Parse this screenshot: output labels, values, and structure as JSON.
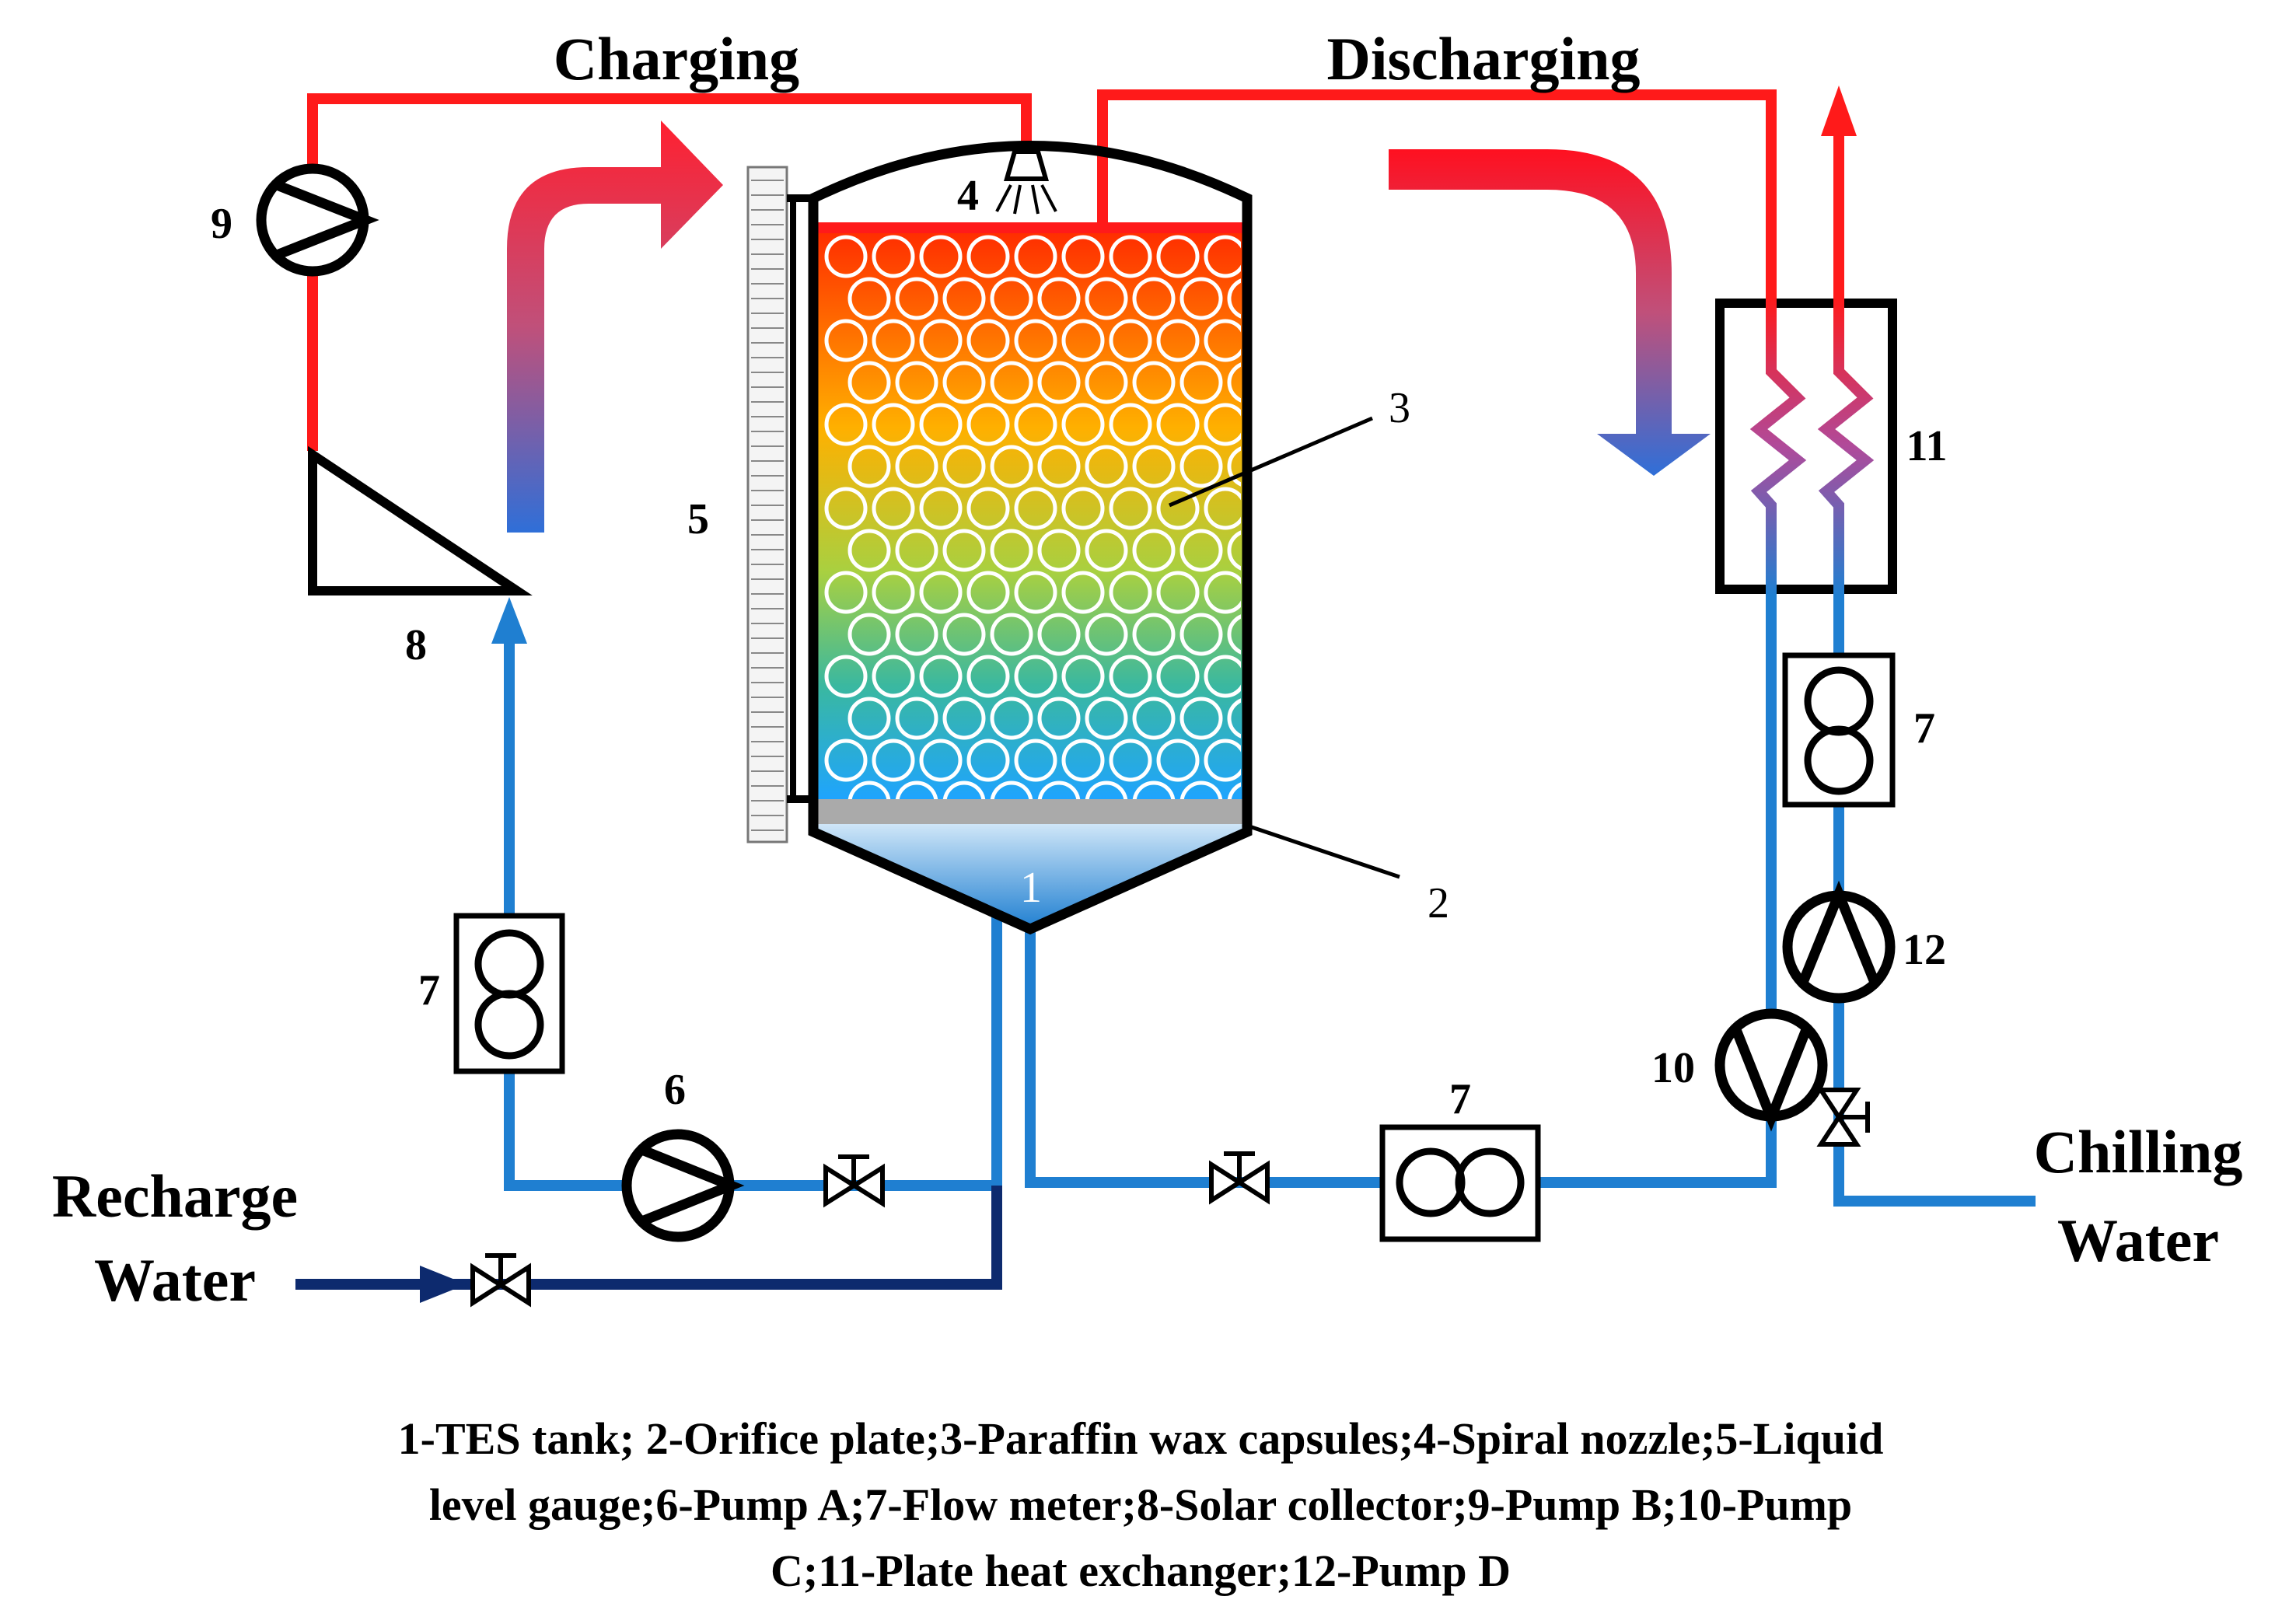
{
  "labels": {
    "charging": "Charging",
    "discharging": "Discharging",
    "recharge_water_line1": "Recharge",
    "recharge_water_line2": "Water",
    "chilling_water_line1": "Chilling",
    "chilling_water_line2": "Water"
  },
  "numbers": {
    "tes_tank": "1",
    "orifice_plate": "2",
    "capsules": "3",
    "nozzle": "4",
    "level_gauge": "5",
    "pump_a": "6",
    "flow_meter_left": "7",
    "flow_meter_bottom": "7",
    "flow_meter_right": "7",
    "solar_collector": "8",
    "pump_b": "9",
    "pump_c": "10",
    "heat_exchanger": "11",
    "pump_d": "12"
  },
  "legend": {
    "line1": "1-TES tank;   2-Orifice plate;3-Paraffin wax capsules;4-Spiral nozzle;5-Liquid",
    "line2": "level gauge;6-Pump A;7-Flow meter;8-Solar collector;9-Pump B;10-Pump",
    "line3": "C;11-Plate heat exchanger;12-Pump D"
  },
  "colors": {
    "hot_pipe": "#ff1a1a",
    "cold_pipe": "#1f7fd1",
    "recharge_pipe": "#0d2a6e",
    "outline": "#000000"
  }
}
